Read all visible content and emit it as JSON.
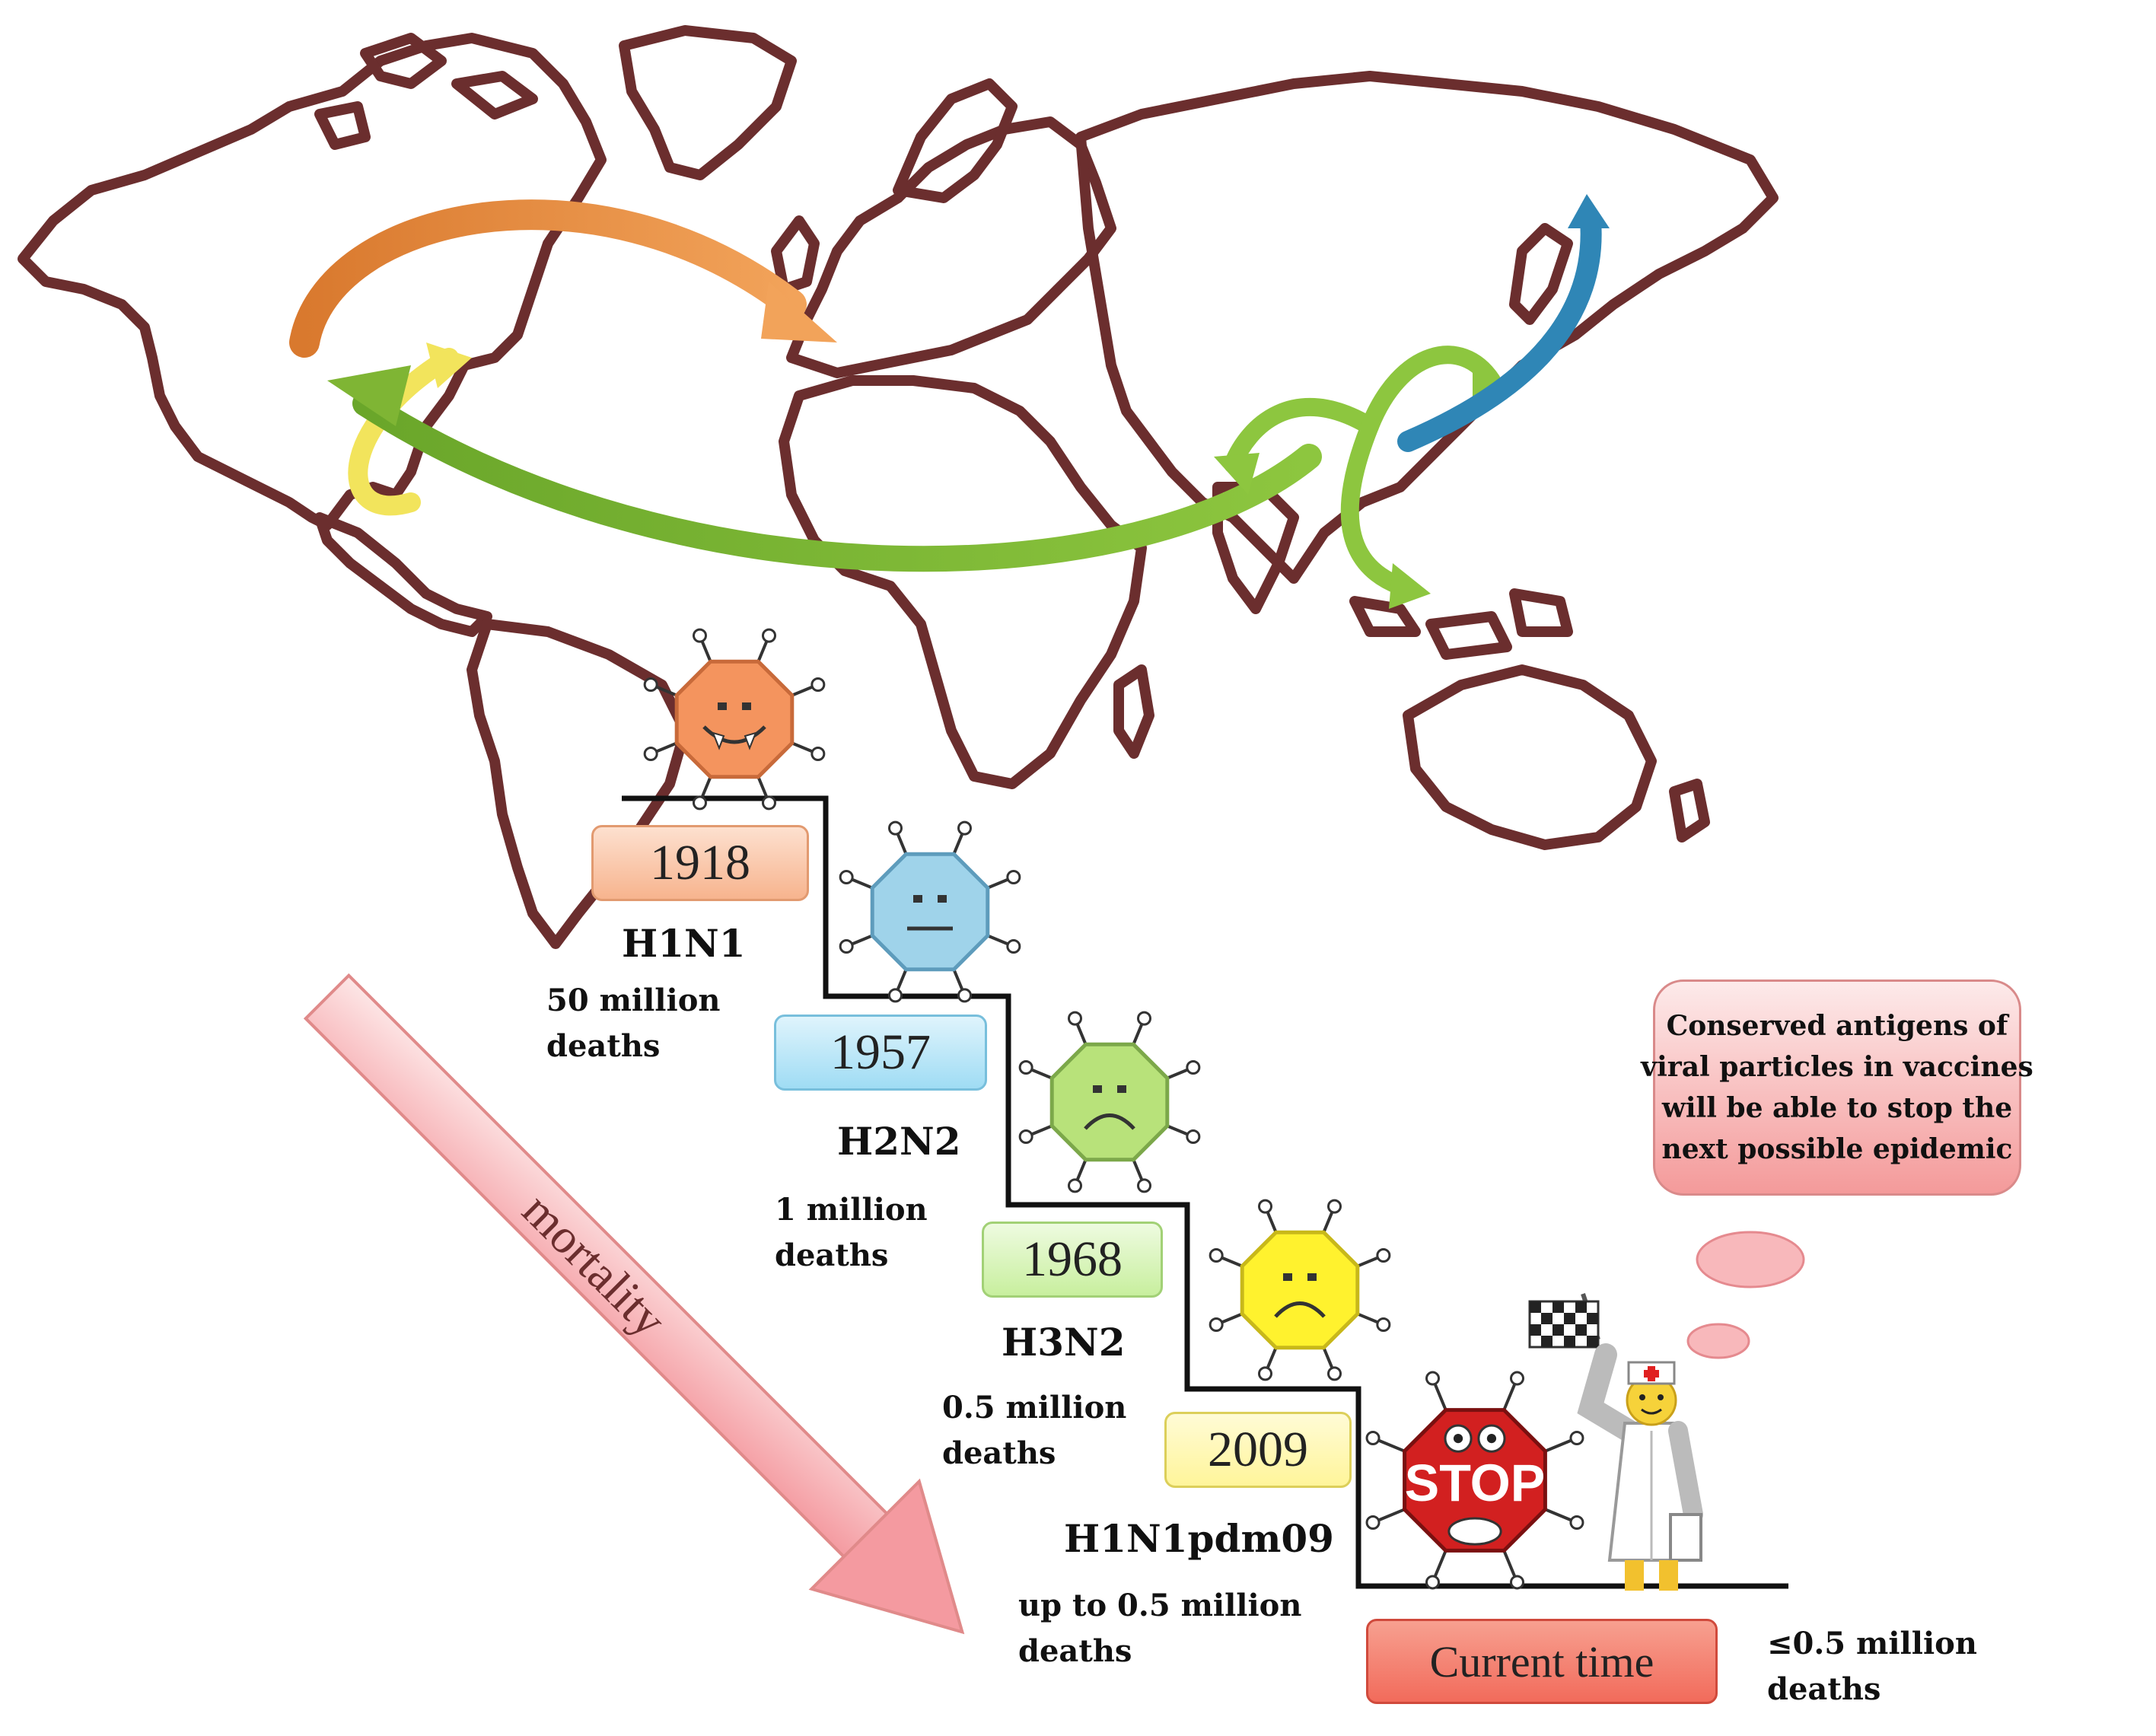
{
  "timeline": [
    {
      "year": "1918",
      "strain": "H1N1",
      "deaths": [
        "50 million",
        "deaths"
      ],
      "color": "#f7b48e"
    },
    {
      "year": "1957",
      "strain": "H2N2",
      "deaths": [
        "1 million",
        "deaths"
      ],
      "color": "#9fdcf4"
    },
    {
      "year": "1968",
      "strain": "H3N2",
      "deaths": [
        "0.5 million",
        "deaths"
      ],
      "color": "#c8ef9e"
    },
    {
      "year": "2009",
      "strain": "H1N1pdm09",
      "deaths": [
        "up to 0.5 million",
        "deaths"
      ],
      "color": "#fff59a"
    }
  ],
  "current": {
    "label": "Current time",
    "deaths": [
      "≤0.5 million",
      "deaths"
    ],
    "color": "#f26b5b"
  },
  "callout": {
    "lines": [
      "Conserved antigens of",
      "viral particles in vaccines",
      "will be able to stop the",
      "next possible epidemic"
    ]
  },
  "mortality_label": "mortality",
  "stop_sign": "STOP",
  "colors": {
    "map": "#6b2e2e",
    "arrow_1918": "#e07b2e",
    "arrow_1957": "#7fb534",
    "arrow_1968": "#f2e45c",
    "arrow_2009": "#2f86b6",
    "mortality_arrow": "#f6b3b6"
  }
}
